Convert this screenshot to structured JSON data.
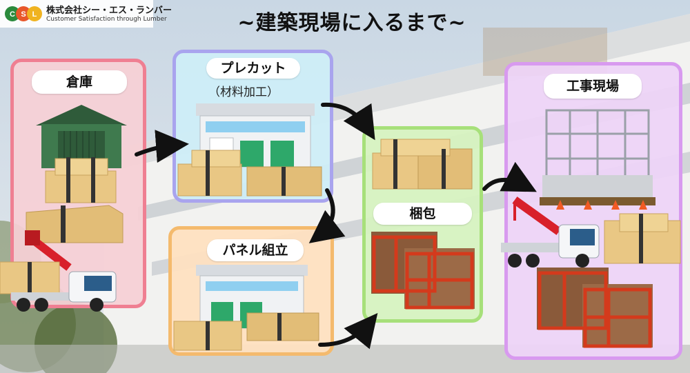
{
  "logo": {
    "mark_letters": [
      "C",
      "S",
      "L"
    ],
    "company": "株式会社シー・エス・ランバー",
    "tagline": "Customer Satisfaction through Lumber"
  },
  "title": "~建築現場に入るまで~",
  "stages": {
    "warehouse": {
      "label": "倉庫"
    },
    "precut": {
      "label": "プレカット",
      "sublabel": "（材料加工）"
    },
    "panel": {
      "label": "パネル組立"
    },
    "packing": {
      "label": "梱包"
    },
    "site": {
      "label": "工事現場"
    }
  },
  "colors": {
    "warehouse_border": "#ef7f92",
    "precut_border": "#a9a4ee",
    "panel_border": "#f4ba6d",
    "packing_border": "#a7e07a",
    "site_border": "#d89aef",
    "lumber": "#e9c784",
    "pallet": "#c6401f",
    "crane": "#d8202a"
  }
}
